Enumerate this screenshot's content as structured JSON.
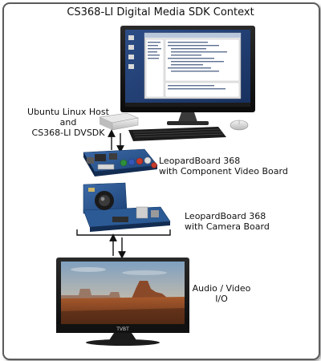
{
  "title": "CS368-LI Digital Media SDK Context",
  "labels": {
    "host": [
      "Ubuntu Linux Host",
      "and",
      "CS368-LI DVSDK"
    ],
    "component_board": [
      "LeopardBoard 368",
      "with Component Video Board"
    ],
    "camera_board": [
      "LeopardBoard 368",
      "with Camera Board"
    ],
    "av": [
      "Audio / Video",
      "I/O"
    ]
  },
  "tv_brand": "TVBT"
}
